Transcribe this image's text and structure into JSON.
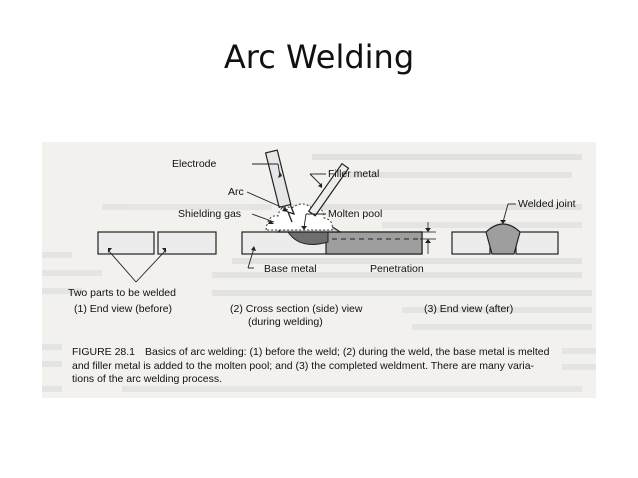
{
  "slide": {
    "title": "Arc Welding"
  },
  "figure": {
    "labels": {
      "electrode": "Electrode",
      "filler_metal": "Filler metal",
      "arc": "Arc",
      "molten_pool": "Molten pool",
      "shielding_gas": "Shielding gas",
      "welded_joint": "Welded joint",
      "base_metal": "Base metal",
      "penetration": "Penetration",
      "two_parts": "Two parts to be welded",
      "view1": "(1) End view (before)",
      "view2_line1": "(2) Cross section (side) view",
      "view2_line2": "(during welding)",
      "view3": "(3) End view (after)"
    },
    "caption": {
      "figure_number": "FIGURE 28.1",
      "line1": "Basics of arc welding: (1) before the weld; (2) during the weld, the base metal is melted",
      "line2": "and filler metal is added to the molten pool; and (3) the completed weldment.  There are many varia-",
      "line3": "tions of the arc welding process."
    }
  }
}
